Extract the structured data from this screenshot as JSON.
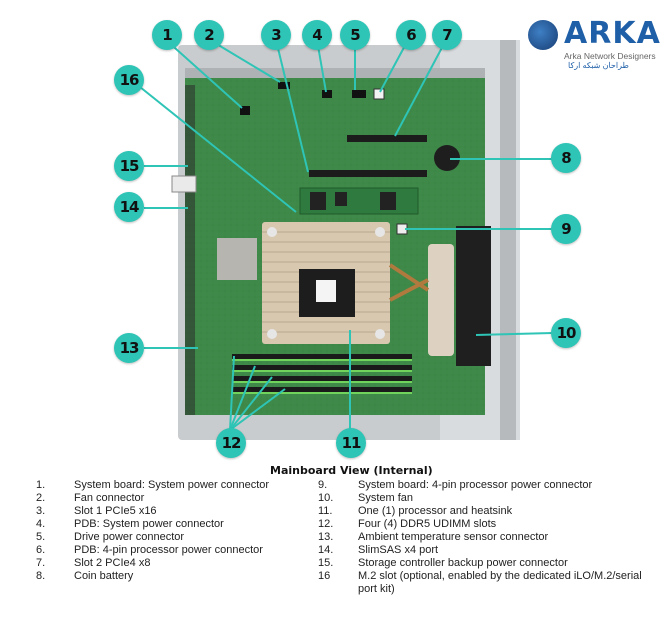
{
  "logo": {
    "brand": "ARKA",
    "tagline": "Arka Network Designers",
    "tagline_fa": "طراحان شبکه ارکا"
  },
  "colors": {
    "callout": "#2ec4b6",
    "board": "#3f8a4a",
    "heatsink": "#d8c8b0",
    "brand_blue": "#1e5fa8",
    "brand_orange": "#f08a24"
  },
  "callouts": [
    "1",
    "2",
    "3",
    "4",
    "5",
    "6",
    "7",
    "8",
    "9",
    "10",
    "11",
    "12",
    "13",
    "14",
    "15",
    "16"
  ],
  "legend": {
    "title": "Mainboard View (Internal)",
    "left": [
      {
        "num": "1.",
        "text": "System board: System power connector"
      },
      {
        "num": "2.",
        "text": "Fan connector"
      },
      {
        "num": "3.",
        "text": "Slot 1 PCIe5 x16"
      },
      {
        "num": "4.",
        "text": "PDB: System power connector"
      },
      {
        "num": "5.",
        "text": "Drive power connector"
      },
      {
        "num": "6.",
        "text": "PDB: 4-pin processor power connector"
      },
      {
        "num": "7.",
        "text": "Slot 2 PCIe4 x8"
      },
      {
        "num": "8.",
        "text": "Coin battery"
      }
    ],
    "right": [
      {
        "num": "9.",
        "text": "System board: 4-pin processor power connector"
      },
      {
        "num": "10.",
        "text": "System fan"
      },
      {
        "num": "11.",
        "text": "One (1) processor and heatsink"
      },
      {
        "num": "12.",
        "text": "Four (4) DDR5 UDIMM slots"
      },
      {
        "num": "13.",
        "text": "Ambient temperature sensor connector"
      },
      {
        "num": "14.",
        "text": "SlimSAS x4 port"
      },
      {
        "num": "15.",
        "text": "Storage controller backup power connector"
      },
      {
        "num": "16",
        "text": "M.2 slot (optional, enabled by the dedicated iLO/M.2/serial"
      },
      {
        "num": "",
        "text": "port kit)"
      }
    ]
  }
}
